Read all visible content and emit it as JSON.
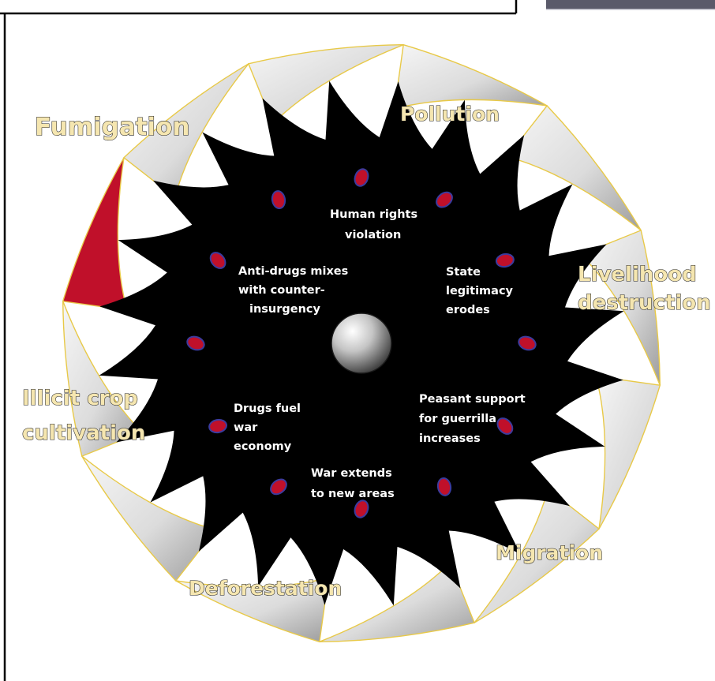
{
  "diagram": {
    "outer_labels": [
      {
        "id": "fumigation",
        "text": "Fumigation",
        "highlighted": true
      },
      {
        "id": "pollution",
        "text": "Pollution"
      },
      {
        "id": "livelihood",
        "lines": [
          "Livelihood",
          "destruction"
        ]
      },
      {
        "id": "migration",
        "text": "Migration"
      },
      {
        "id": "deforestation",
        "text": "Deforestation"
      },
      {
        "id": "illicit-crop",
        "lines": [
          "Illicit crop",
          "cultivation"
        ]
      }
    ],
    "inner_labels": [
      {
        "id": "human-rights",
        "lines": [
          "Human rights",
          "violation"
        ]
      },
      {
        "id": "state-legitimacy",
        "lines": [
          "State",
          "legitimacy",
          "erodes"
        ]
      },
      {
        "id": "peasant-support",
        "lines": [
          "Peasant support",
          "for guerrilla",
          "increases"
        ]
      },
      {
        "id": "war-extends",
        "lines": [
          "War extends",
          "to new areas"
        ]
      },
      {
        "id": "drugs-fuel",
        "lines": [
          "Drugs fuel",
          "war",
          "economy"
        ]
      },
      {
        "id": "anti-drugs",
        "lines": [
          "Anti-drugs mixes",
          "with counter-",
          "insurgency"
        ]
      }
    ],
    "colors": {
      "background": "#000000",
      "blade_light": "#f4f4f4",
      "blade_dark": "#a8a8a8",
      "blade_outline": "#e8c948",
      "highlight": "#c0102a",
      "dot_fill": "#c0102a",
      "dot_outline": "#3b3b9e",
      "label_fill": "#f5e6b0"
    }
  }
}
